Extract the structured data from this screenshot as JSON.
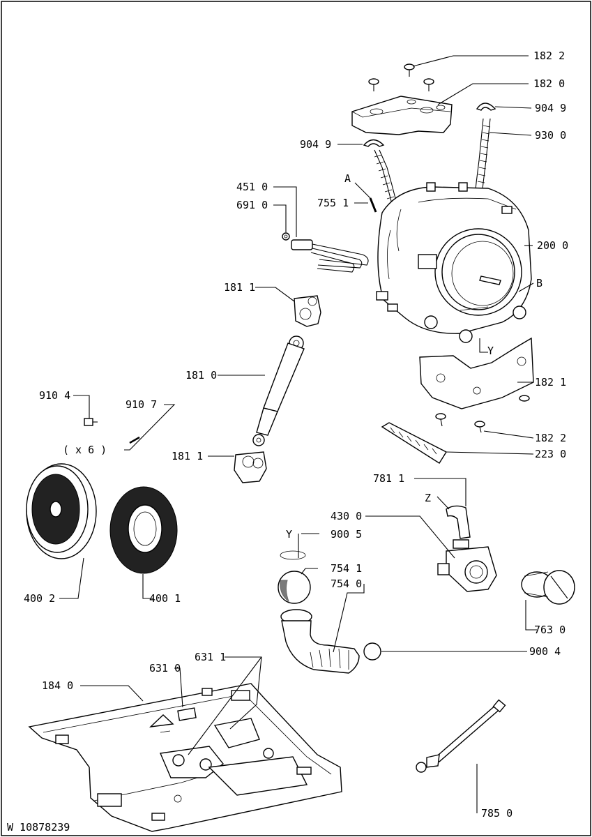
{
  "drawing_number": "W 10878239",
  "callouts": {
    "c1822a": "182 2",
    "c1820": "182 0",
    "c9049a": "904 9",
    "c9049b": "904 9",
    "c9300": "930 0",
    "c4510": "451 0",
    "c6910": "691 0",
    "c7551": "755 1",
    "cA": "A",
    "c2000": "200 0",
    "cB": "B",
    "c1811a": "181 1",
    "cY1": "Y",
    "c1810": "181 0",
    "c1821": "182 1",
    "c9104": "910 4",
    "c9107": "910 7",
    "cx6": "( x 6 )",
    "c1822b": "182 2",
    "c1811b": "181 1",
    "c2230": "223 0",
    "c7811": "781 1",
    "cZ": "Z",
    "c4300": "430 0",
    "cY2": "Y",
    "c9005": "900 5",
    "c7541": "754 1",
    "c7540": "754 0",
    "c4002": "400 2",
    "c4001": "400 1",
    "c7630": "763 0",
    "c9004": "900 4",
    "c6311": "631 1",
    "c6310": "631 0",
    "c1840": "184 0",
    "c7850": "785 0"
  }
}
